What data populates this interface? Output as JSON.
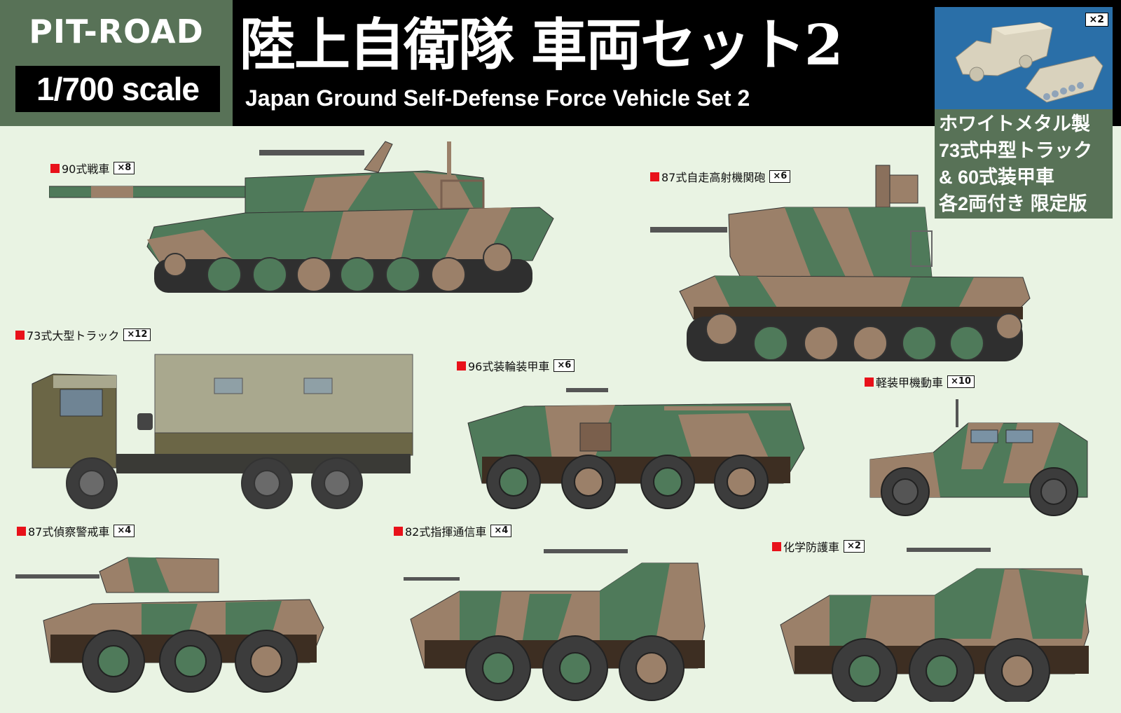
{
  "brand": {
    "name": "PIT-ROAD",
    "scale": "1/700 scale"
  },
  "title": {
    "japanese": "陸上自衛隊 車両セット2",
    "english": "Japan Ground Self-Defense Force Vehicle Set 2"
  },
  "bonus": {
    "quantity": "×2",
    "lines": [
      "ホワイトメタル製",
      "73式中型トラック",
      "& 60式装甲車",
      "各2両付き 限定版"
    ]
  },
  "vehicles": [
    {
      "name": "90式戦車",
      "quantity": "×8"
    },
    {
      "name": "87式自走高射機関砲",
      "quantity": "×6"
    },
    {
      "name": "73式大型トラック",
      "quantity": "×12"
    },
    {
      "name": "96式装輪装甲車",
      "quantity": "×6"
    },
    {
      "name": "軽装甲機動車",
      "quantity": "×10"
    },
    {
      "name": "87式偵察警戒車",
      "quantity": "×4"
    },
    {
      "name": "82式指揮通信車",
      "quantity": "×4"
    },
    {
      "name": "化学防護車",
      "quantity": "×2"
    }
  ],
  "colors": {
    "background": "#e9f3e3",
    "brand_green": "#587257",
    "title_black": "#000000",
    "marker_red": "#e8111a",
    "camo_green": "#4f7a5a",
    "camo_brown": "#9b8069",
    "camo_dark": "#3d2e22",
    "canvas_khaki": "#a9a88e",
    "bonus_blue": "#2a6fa8"
  }
}
